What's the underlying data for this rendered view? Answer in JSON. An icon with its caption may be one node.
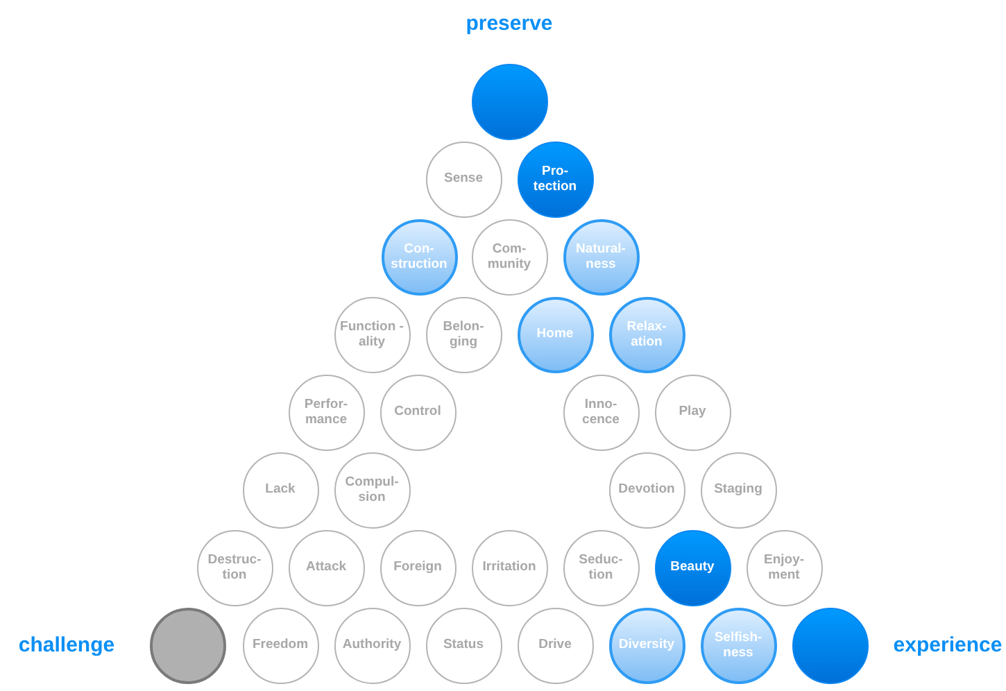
{
  "diagram": {
    "nodes": [
      {
        "text": [],
        "shape": "circle",
        "beside": [
          "preserve"
        ]
      },
      {
        "text": [
          "Sense"
        ]
      },
      {
        "text": [
          "Pro- tection"
        ]
      },
      {
        "text": [
          "Con- struction"
        ]
      },
      {
        "text": [
          "Com- munity"
        ]
      },
      {
        "text": [
          "Natural- ness"
        ]
      },
      {
        "text": [
          "Function -ality"
        ]
      },
      {
        "text": [
          "Belon- ging"
        ]
      },
      {
        "text": [
          "Home"
        ]
      },
      {
        "text": [
          "Relax- ation"
        ]
      },
      {
        "text": [
          "Perfor- mance"
        ]
      },
      {
        "text": [
          "Control"
        ]
      },
      {
        "text": [
          "Inno- cence"
        ]
      },
      {
        "text": [
          "Play"
        ]
      },
      {
        "text": [
          "Lack"
        ]
      },
      {
        "text": [
          "Compul- sion"
        ]
      },
      {
        "text": [
          "Devotion"
        ]
      },
      {
        "text": [
          "Staging"
        ]
      },
      {
        "text": [
          "Destruc- tion"
        ]
      },
      {
        "text": [
          "Attack"
        ]
      },
      {
        "text": [
          "Foreign"
        ]
      },
      {
        "text": [
          "Irritation"
        ]
      },
      {
        "text": [
          "Seduc- tion"
        ]
      },
      {
        "text": [
          "Beauty"
        ]
      },
      {
        "text": [
          "Enjoy- ment"
        ]
      },
      {
        "text": [],
        "shape": "circle",
        "beside": [
          "challenge"
        ]
      },
      {
        "text": [
          "Freedom"
        ]
      },
      {
        "text": [
          "Authority"
        ]
      },
      {
        "text": [
          "Status"
        ]
      },
      {
        "text": [
          "Drive"
        ]
      },
      {
        "text": [
          "Diversity"
        ]
      },
      {
        "text": [
          "Selfish- ness"
        ]
      },
      {
        "text": [],
        "shape": "circle",
        "beside": [
          "experience"
        ]
      }
    ]
  }
}
